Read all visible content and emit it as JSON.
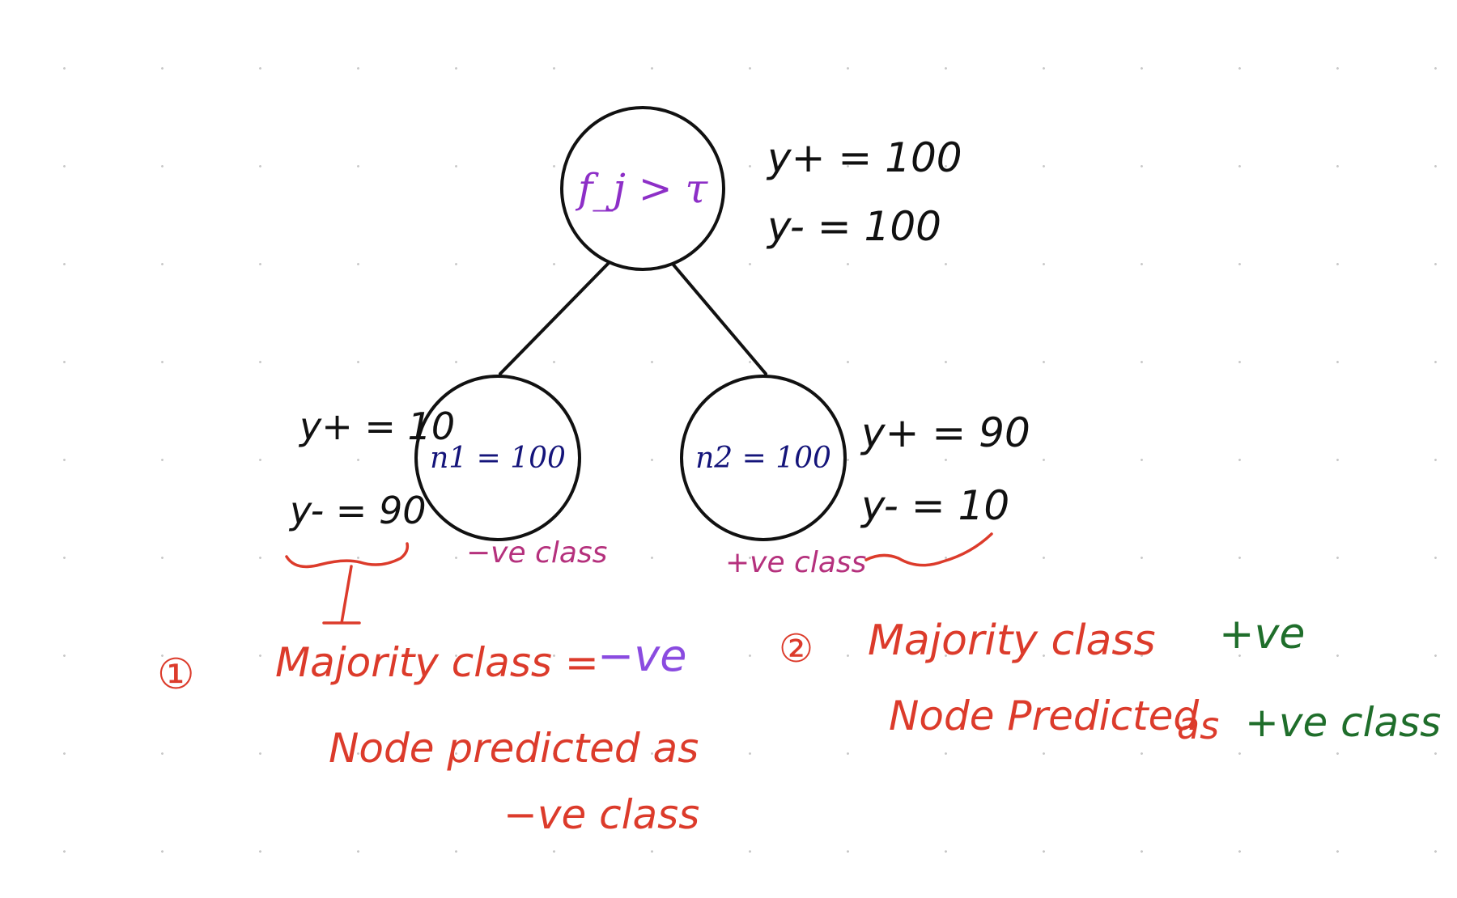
{
  "root": {
    "label": "f_j > τ",
    "y_plus": "y+ = 100",
    "y_minus": "y- = 100"
  },
  "left_node": {
    "label": "n1 = 100",
    "y_plus": "y+ = 10",
    "y_minus": "y- = 90",
    "class_tag": "−ve class"
  },
  "right_node": {
    "label": "n2 = 100",
    "y_plus": "y+ = 90",
    "y_minus": "y- = 10",
    "class_tag": "+ve class"
  },
  "note_1": {
    "marker": "①",
    "majority": "Majority class =",
    "majority_value": "−ve",
    "line2": "Node predicted as",
    "line3": "−ve class"
  },
  "note_2": {
    "marker": "②",
    "majority": "Majority class",
    "majority_value": "+ve",
    "line2": "Node Predicted",
    "line2_as": "as",
    "line2_value": "+ve class"
  },
  "colors": {
    "ink": "#111111",
    "annotation_red": "#dc3b2b",
    "class_tag_magenta": "#b5317d",
    "positive_green": "#1f6e2b",
    "negative_purple": "#8a4be0",
    "node_label_navy": "#14147a",
    "root_label_violet": "#8d2fc7"
  }
}
